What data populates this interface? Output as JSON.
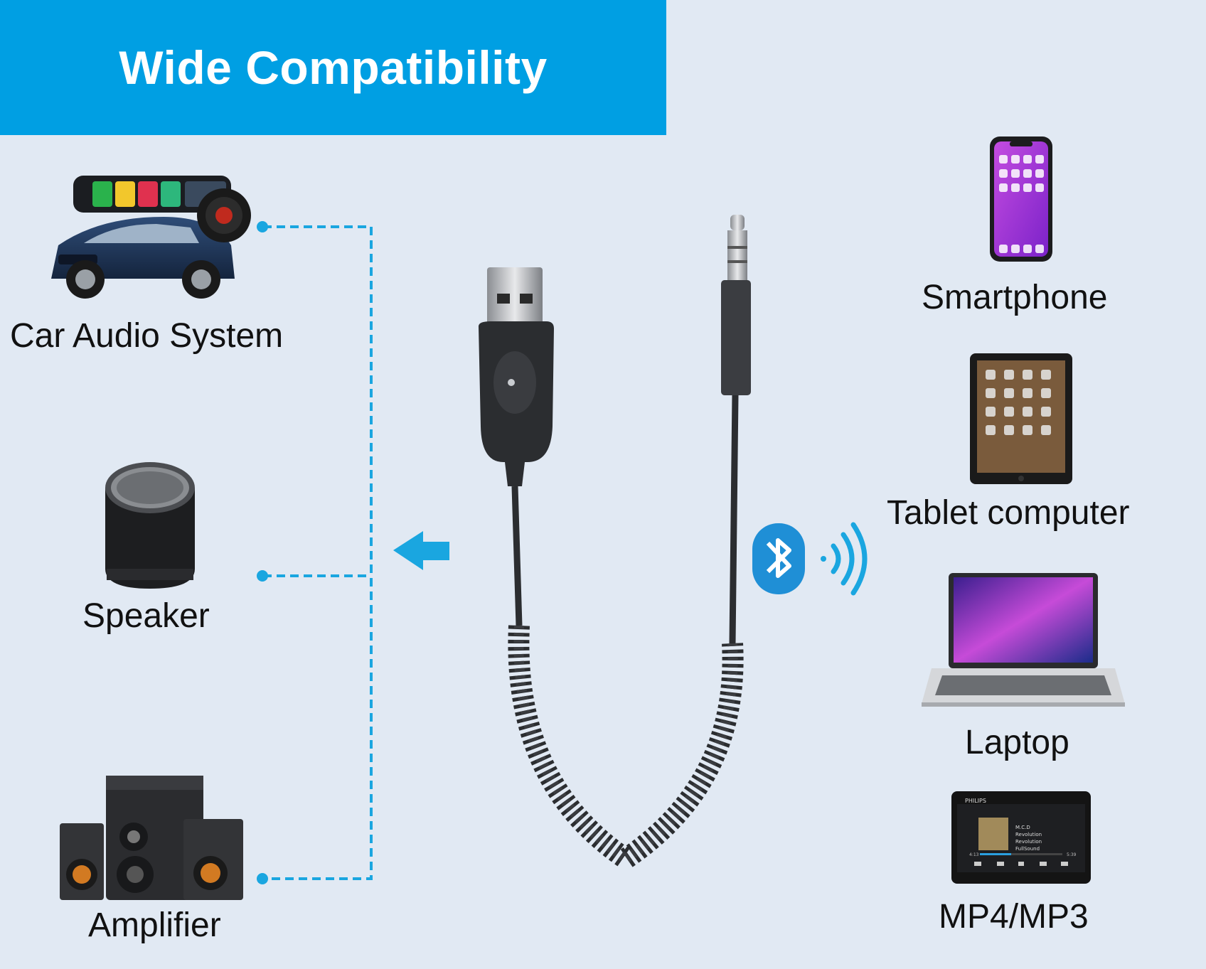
{
  "banner": {
    "title": "Wide Compatibility"
  },
  "left_devices": [
    {
      "label": "Car Audio System",
      "icon": "car-audio-icon"
    },
    {
      "label": "Speaker",
      "icon": "speaker-icon"
    },
    {
      "label": "Amplifier",
      "icon": "amplifier-icon"
    }
  ],
  "right_devices": [
    {
      "label": "Smartphone",
      "icon": "smartphone-icon"
    },
    {
      "label": "Tablet computer",
      "icon": "tablet-icon"
    },
    {
      "label": "Laptop",
      "icon": "laptop-icon"
    },
    {
      "label": "MP4/MP3",
      "icon": "mp3-player-icon"
    }
  ],
  "player_screen": {
    "brand": "PHILIPS",
    "tracks": [
      "M.C.D",
      "Revolution",
      "Revolution",
      "FullSound"
    ],
    "time_start": "4:13",
    "time_end": "5:39"
  },
  "colors": {
    "banner": "#009fe3",
    "background": "#e1e9f3",
    "connector": "#1aa6e0",
    "cable": "#2b2d30",
    "bluetooth": "#1f8fd6"
  }
}
